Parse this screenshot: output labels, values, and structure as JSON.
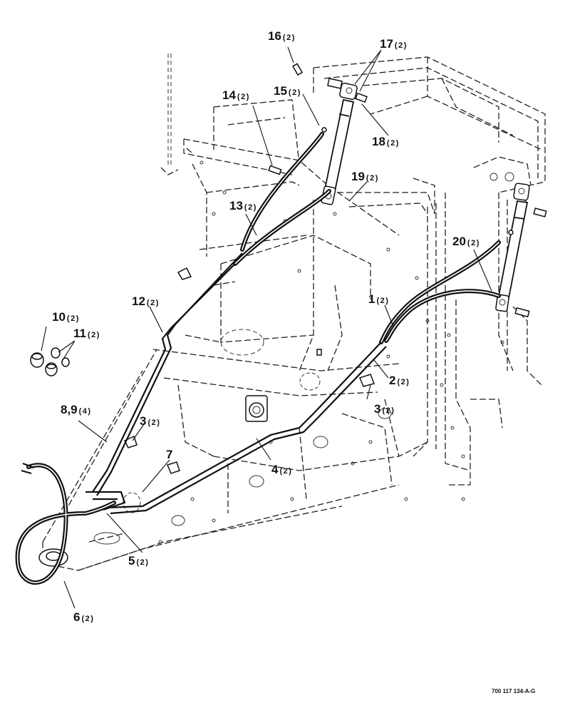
{
  "drawing": {
    "reference_code": "700 117 134-A-G"
  },
  "callouts": [
    {
      "id": "c16",
      "number": "16",
      "qty": "(2)"
    },
    {
      "id": "c17",
      "number": "17",
      "qty": "(2)"
    },
    {
      "id": "c15",
      "number": "15",
      "qty": "(2)"
    },
    {
      "id": "c14",
      "number": "14",
      "qty": "(2)"
    },
    {
      "id": "c18",
      "number": "18",
      "qty": "(2)"
    },
    {
      "id": "c19",
      "number": "19",
      "qty": "(2)"
    },
    {
      "id": "c13",
      "number": "13",
      "qty": "(2)"
    },
    {
      "id": "c20",
      "number": "20",
      "qty": "(2)"
    },
    {
      "id": "c12",
      "number": "12",
      "qty": "(2)"
    },
    {
      "id": "c1",
      "number": "1",
      "qty": "(2)"
    },
    {
      "id": "c10",
      "number": "10",
      "qty": "(2)"
    },
    {
      "id": "c11",
      "number": "11",
      "qty": "(2)"
    },
    {
      "id": "c2",
      "number": "2",
      "qty": "(2)"
    },
    {
      "id": "c89",
      "number": "8,9",
      "qty": "(4)"
    },
    {
      "id": "c3a",
      "number": "3",
      "qty": "(2)"
    },
    {
      "id": "c3b",
      "number": "3",
      "qty": "(2)"
    },
    {
      "id": "c7",
      "number": "7",
      "qty": ""
    },
    {
      "id": "c4",
      "number": "4",
      "qty": "(2)"
    },
    {
      "id": "c5",
      "number": "5",
      "qty": "(2)"
    },
    {
      "id": "c6",
      "number": "6",
      "qty": "(2)"
    }
  ]
}
